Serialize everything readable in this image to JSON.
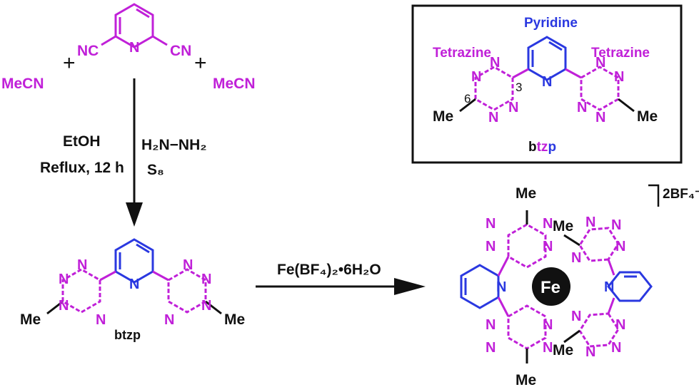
{
  "colors": {
    "black": "#111111",
    "tetrazine": "#c020d8",
    "pyridine": "#2a38e0",
    "iron": "#111111"
  },
  "reactants": {
    "mecn_left": "MeCN",
    "mecn_right": "MeCN",
    "nc": "NC",
    "cn": "CN",
    "plus": "+"
  },
  "conditions": {
    "solvent": "EtOH",
    "reflux": "Reflux, 12 h",
    "hydrazine": "H₂N−NH₂",
    "sulfur": "S₈"
  },
  "step2": {
    "reagent": "Fe(BF₄)₂•6H₂O"
  },
  "labels": {
    "btzp": "btzp",
    "pyridine": "Pyridine",
    "tetrazine_left": "Tetrazine",
    "tetrazine_right": "Tetrazine",
    "box_btzp_b": "b",
    "box_btzp_t": "tz",
    "box_btzp_p": "p",
    "pos3": "3",
    "pos6": "6",
    "me": "Me",
    "n": "N",
    "fe": "Fe",
    "counterion": "2BF₄⁻"
  }
}
